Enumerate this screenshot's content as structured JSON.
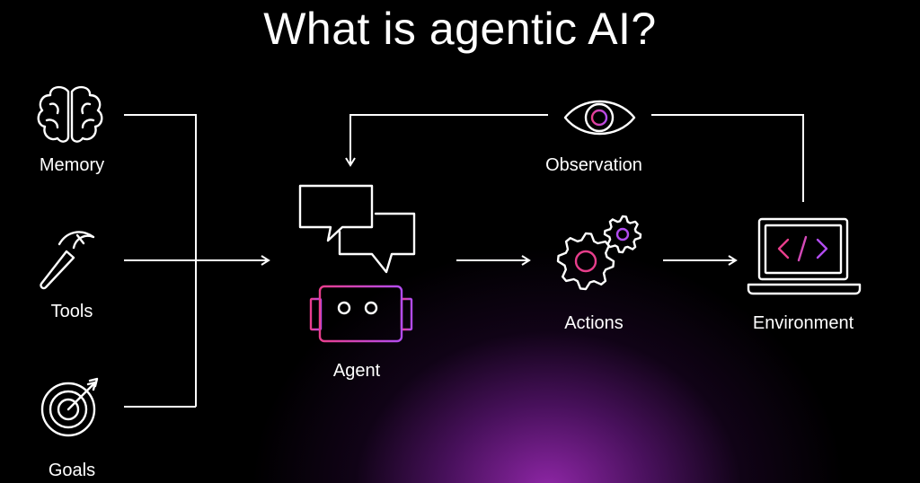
{
  "title": "What is agentic AI?",
  "inputs": [
    {
      "label": "Memory",
      "icon": "brain-icon"
    },
    {
      "label": "Tools",
      "icon": "hammer-icon"
    },
    {
      "label": "Goals",
      "icon": "target-icon"
    }
  ],
  "agent": {
    "label": "Agent",
    "icon": "robot-icon"
  },
  "actions": {
    "label": "Actions",
    "icon": "gears-icon"
  },
  "environment": {
    "label": "Environment",
    "icon": "laptop-code-icon"
  },
  "observation": {
    "label": "Observation",
    "icon": "eye-icon"
  },
  "colors": {
    "background": "#000000",
    "glow": "#9628af",
    "accent_pink": "#e83e8c",
    "accent_violet": "#b24cf0",
    "line": "#ffffff"
  }
}
